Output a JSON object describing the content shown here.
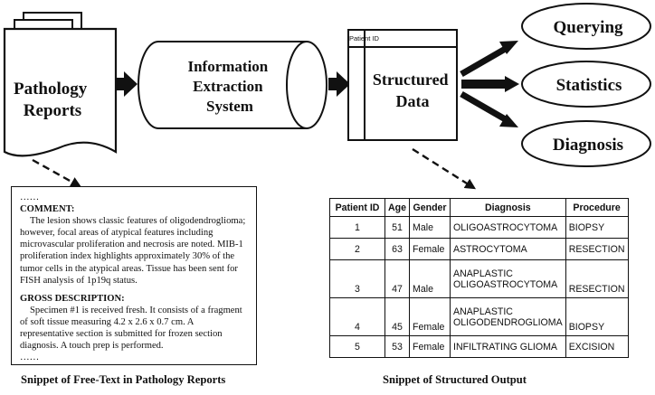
{
  "nodes": {
    "pathology_reports": [
      "Pathology",
      "Reports"
    ],
    "ies": [
      "Information",
      "Extraction",
      "System"
    ],
    "structured_data": [
      "Structured",
      "Data"
    ],
    "querying": "Querying",
    "statistics": "Statistics",
    "diagnosis": "Diagnosis",
    "patient_id_stub": "Patient ID"
  },
  "free_text": {
    "ellipsis_top": "……",
    "comment_heading": "COMMENT:",
    "comment_lines": [
      "The lesion shows classic features of oligodendroglioma;",
      "however, focal areas of atypical features including",
      "microvascular proliferation and necrosis are noted. MIB-1",
      "proliferation index highlights approximately 30% of the",
      "tumor cells in the atypical areas. Tissue has been sent for",
      "FISH analysis of 1p19q status."
    ],
    "gross_heading": "GROSS DESCRIPTION:",
    "gross_lines": [
      "Specimen #1 is received fresh.  It consists of a fragment",
      "of soft tissue measuring 4.2 x 2.6 x 0.7 cm.  A",
      "representative section is submitted for frozen section",
      "diagnosis. A touch prep is performed."
    ],
    "ellipsis_bottom": "……",
    "caption": "Snippet of Free-Text in Pathology Reports"
  },
  "structured_output": {
    "columns": [
      "Patient ID",
      "Age",
      "Gender",
      "Diagnosis",
      "Procedure"
    ],
    "rows": [
      {
        "id": "1",
        "age": "51",
        "gender": "Male",
        "diagnosis": [
          "OLIGOASTROCYTOMA"
        ],
        "procedure": "BIOPSY"
      },
      {
        "id": "2",
        "age": "63",
        "gender": "Female",
        "diagnosis": [
          "ASTROCYTOMA"
        ],
        "procedure": "RESECTION"
      },
      {
        "id": "3",
        "age": "47",
        "gender": "Male",
        "diagnosis": [
          "ANAPLASTIC",
          "OLIGOASTROCYTOMA"
        ],
        "procedure": "RESECTION"
      },
      {
        "id": "4",
        "age": "45",
        "gender": "Female",
        "diagnosis": [
          "ANAPLASTIC",
          "OLIGODENDROGLIOMA"
        ],
        "procedure": "BIOPSY"
      },
      {
        "id": "5",
        "age": "53",
        "gender": "Female",
        "diagnosis": [
          "INFILTRATING GLIOMA"
        ],
        "procedure": "EXCISION"
      }
    ],
    "caption": "Snippet of Structured Output"
  }
}
